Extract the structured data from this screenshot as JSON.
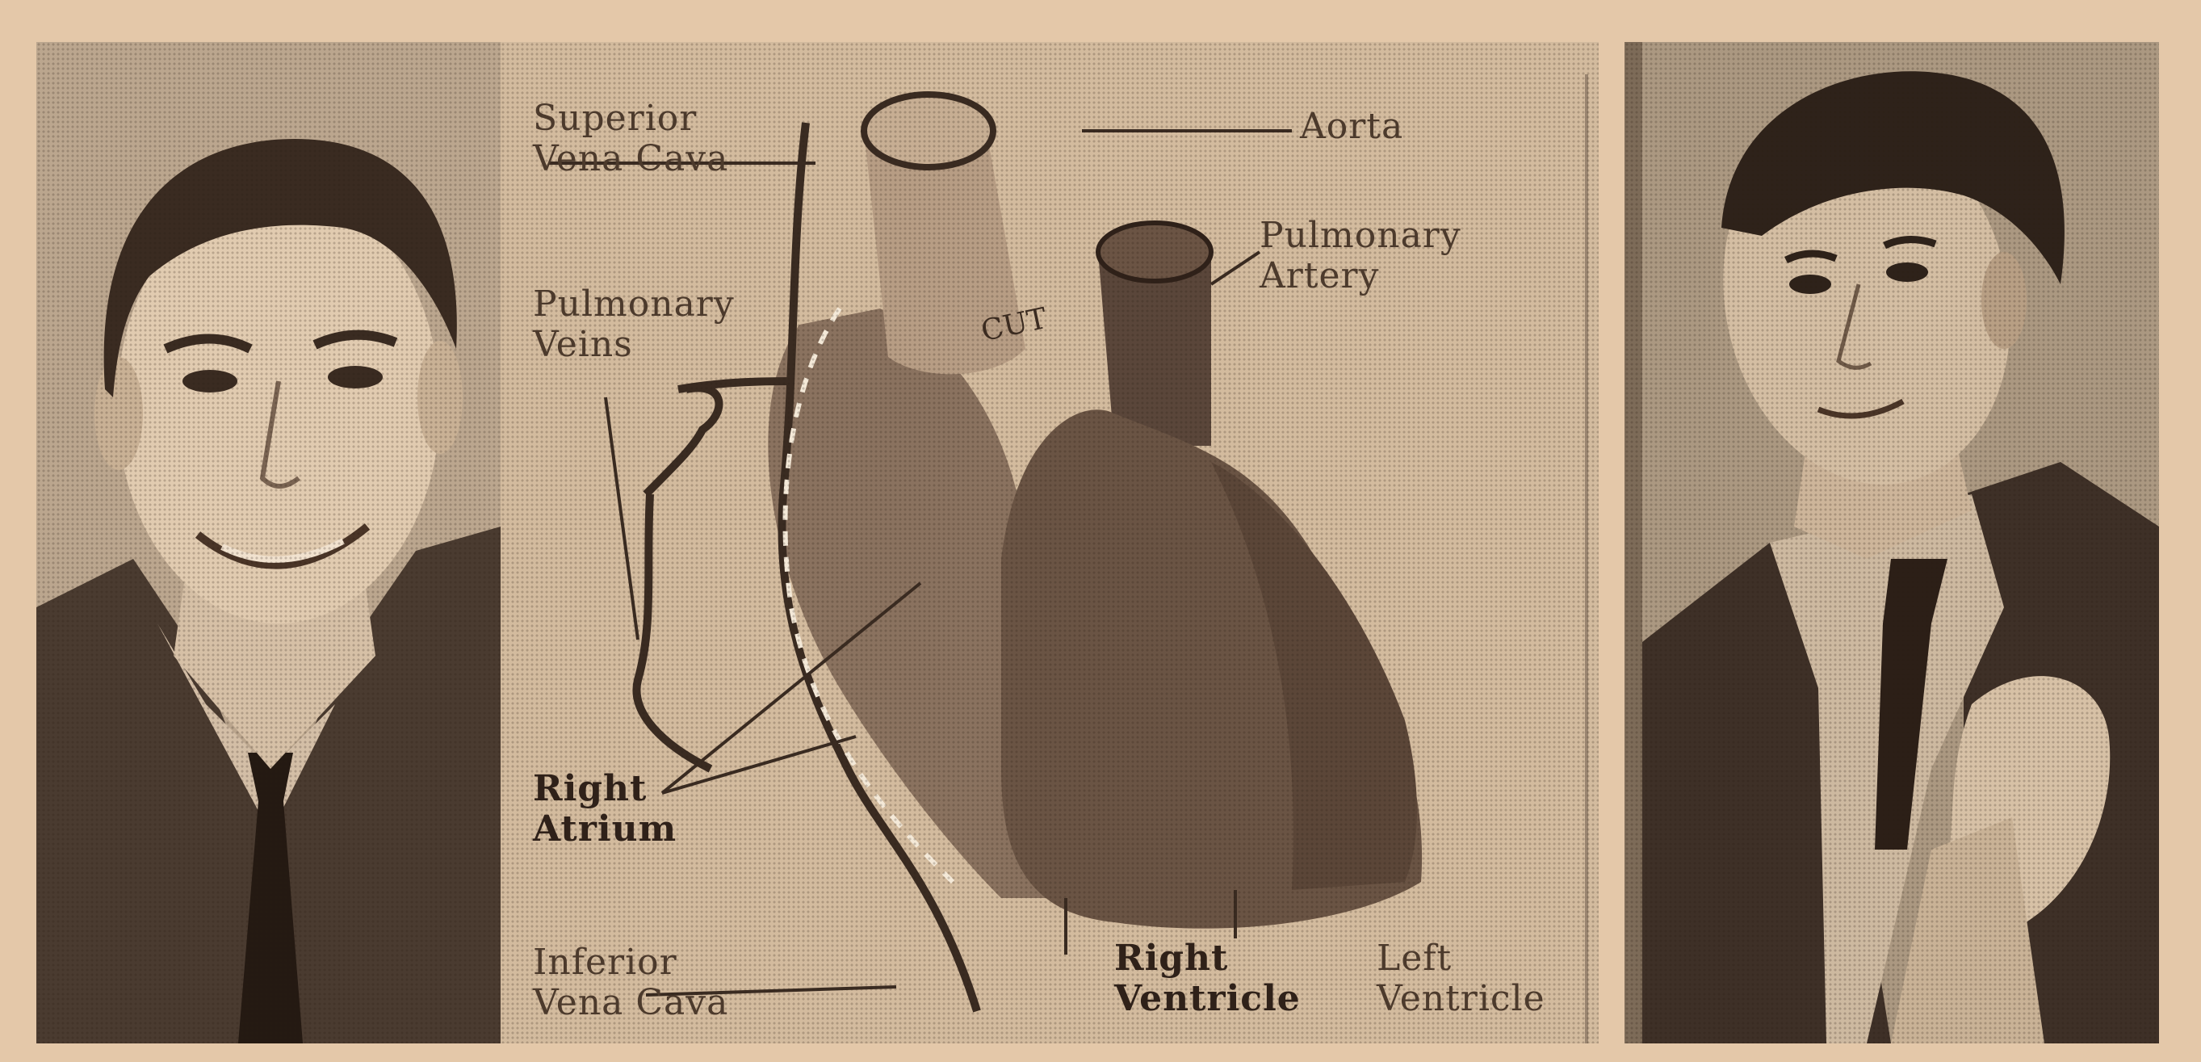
{
  "labels": {
    "superior_vena_cava": "Superior\nVena Cava",
    "aorta": "Aorta",
    "pulmonary_artery": "Pulmonary\nArtery",
    "pulmonary_veins": "Pulmonary\nVeins",
    "cut": "CUT",
    "right_atrium": "Right\nAtrium",
    "inferior_vena_cava": "Inferior\nVena Cava",
    "right_ventricle": "Right\nVentricle",
    "left_ventricle": "Left\nVentricle"
  },
  "colors": {
    "paper": "#e4c8a9",
    "ink": "#2f2119",
    "heart": "#6a5444"
  }
}
